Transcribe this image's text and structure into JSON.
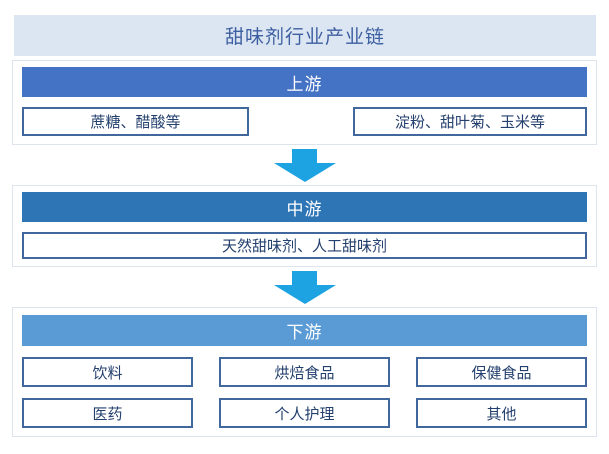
{
  "title": "甜味剂行业产业链",
  "colors": {
    "title_bg": "#dbe6f2",
    "title_text": "#3d5fa1",
    "upstream_header_bg": "#4472c4",
    "midstream_header_bg": "#2e75b6",
    "downstream_header_bg": "#5b9bd5",
    "header_text": "#ffffff",
    "box_border": "#41689c",
    "box_text": "#24406e",
    "section_border": "#dde4ee",
    "arrow": "#1da2e2"
  },
  "sections": {
    "upstream": {
      "label": "上游",
      "items": [
        "蔗糖、醋酸等",
        "淀粉、甜叶菊、玉米等"
      ]
    },
    "midstream": {
      "label": "中游",
      "items": [
        "天然甜味剂、人工甜味剂"
      ]
    },
    "downstream": {
      "label": "下游",
      "items": [
        "饮料",
        "烘焙食品",
        "保健食品",
        "医药",
        "个人护理",
        "其他"
      ]
    }
  }
}
